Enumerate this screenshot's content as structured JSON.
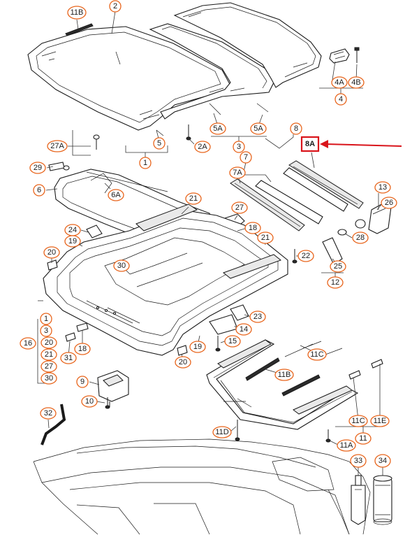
{
  "callouts": {
    "c_11B_top": "11B",
    "c_2": "2",
    "c_4A": "4A",
    "c_4B": "4B",
    "c_4": "4",
    "c_5A_l": "5A",
    "c_5A_r": "5A",
    "c_5": "5",
    "c_3": "3",
    "c_2A": "2A",
    "c_27A": "27A",
    "c_1_top": "1",
    "c_29": "29",
    "c_6": "6",
    "c_6A": "6A",
    "c_8": "8",
    "c_8A": "8A",
    "c_7": "7",
    "c_7A": "7A",
    "c_13": "13",
    "c_26": "26",
    "c_21_a": "21",
    "c_27": "27",
    "c_18_a": "18",
    "c_21_b": "21",
    "c_28": "28",
    "c_24": "24",
    "c_19_a": "19",
    "c_20_a": "20",
    "c_30_a": "30",
    "c_22": "22",
    "c_25": "25",
    "c_12": "12",
    "c_23": "23",
    "c_14": "14",
    "c_15": "15",
    "c_18_b": "18",
    "c_19_b": "19",
    "c_20_b": "20",
    "c_31": "31",
    "c_11C_a": "11C",
    "c_11B_b": "11B",
    "c_9": "9",
    "c_10": "10",
    "c_32": "32",
    "c_11D": "11D",
    "c_11C_b": "11C",
    "c_11E": "11E",
    "c_11": "11",
    "c_11A": "11A",
    "c_33": "33",
    "c_34": "34"
  },
  "group_list": {
    "items": [
      "1",
      "3",
      "20",
      "21",
      "27",
      "30"
    ],
    "group_label": "16"
  },
  "highlight": {
    "label": "8A",
    "box_color": "#d9141b",
    "arrow_color": "#d9141b"
  },
  "colors": {
    "callout_ring": "#e8641b",
    "line": "#1a1a1a"
  }
}
